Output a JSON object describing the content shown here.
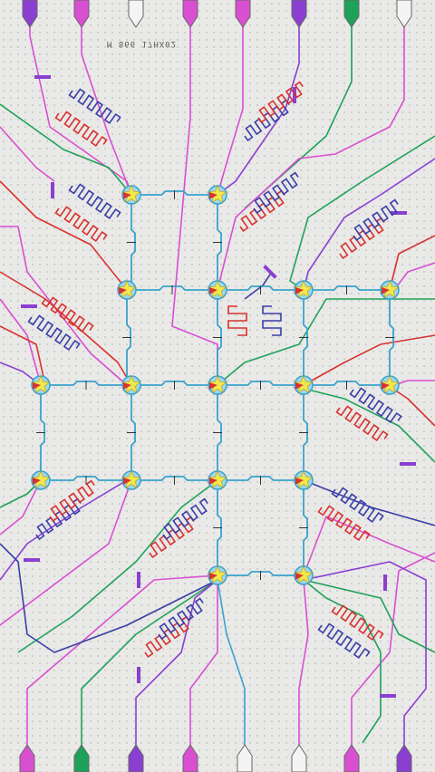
{
  "chip": {
    "label": "M 866 17HX02"
  },
  "colors": {
    "background": "#e9e9e7",
    "dots": "#c6c6c4",
    "coupler": "#39a3cc",
    "drive": "#d94fd1",
    "readout_red": "#d8322e",
    "readout_navy": "#3a3ea8",
    "flux_green": "#1ea25a",
    "purple": "#8a3fd1",
    "qubit_star": "#f2e84a"
  },
  "pads_top": [
    "purple",
    "drive",
    "silver",
    "drive",
    "drive",
    "purple",
    "flux_green",
    "silver"
  ],
  "pads_bottom": [
    "drive",
    "flux_green",
    "purple",
    "drive",
    "silver",
    "silver",
    "drive",
    "purple"
  ]
}
